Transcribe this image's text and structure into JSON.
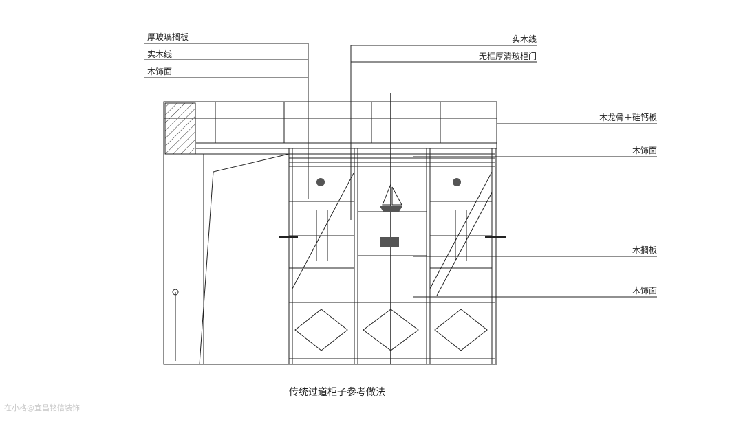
{
  "labels": {
    "top_left": [
      "厚玻璃搁板",
      "实木线",
      "木饰面"
    ],
    "top_right": [
      "实木线",
      "无框厚清玻柜门"
    ],
    "right": [
      "木龙骨＋硅钙板",
      "木饰面",
      "木搁板",
      "木饰面"
    ]
  },
  "caption": "传统过道柜子参考做法",
  "watermark": "在小格@宜昌铭信装饰"
}
